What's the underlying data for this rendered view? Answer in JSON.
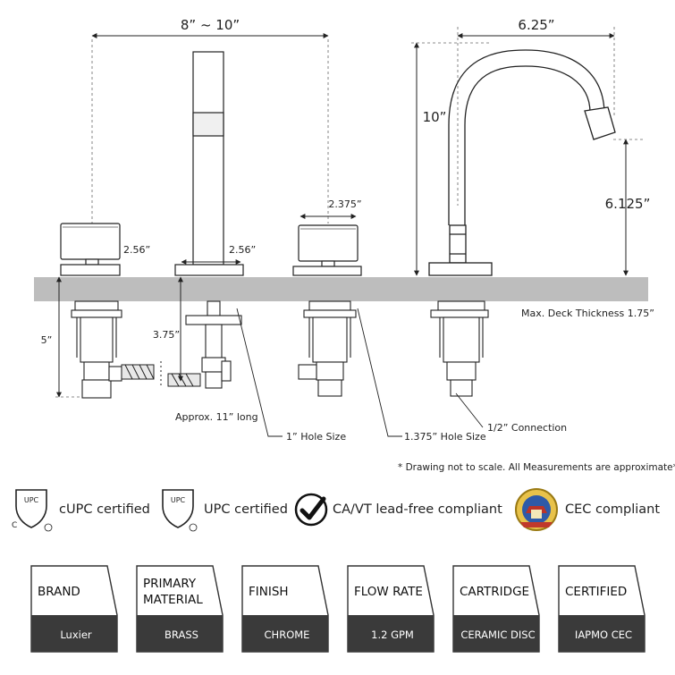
{
  "dimensions": {
    "spread": "8” ~ 10”",
    "reach": "6.25”",
    "height": "10”",
    "spout_height": "6.125”",
    "handle_width": "2.375”",
    "left_handle_height": "2.56”",
    "center_base_height": "2.56”",
    "shank_length": "5”",
    "valve_length": "3.75”",
    "hose_length": "Approx. 11” long",
    "hole_size_center": "1” Hole Size",
    "hole_size_handle": "1.375” Hole Size",
    "connection": "1/2” Connection",
    "deck_thickness": "Max. Deck Thickness 1.75”",
    "note": "* Drawing not to scale. All Measurements are approximate*"
  },
  "certifications": [
    {
      "icon": "cupc-shield-icon",
      "label": "cUPC certified",
      "mark_text": "UPC"
    },
    {
      "icon": "upc-shield-icon",
      "label": "UPC certified",
      "mark_text": "UPC"
    },
    {
      "icon": "checkmark-circle-icon",
      "label": "CA/VT lead-free compliant"
    },
    {
      "icon": "cec-seal-icon",
      "label": "CEC compliant"
    }
  ],
  "specs": [
    {
      "title": "BRAND",
      "value": "Luxier"
    },
    {
      "title": "PRIMARY MATERIAL",
      "value": "BRASS"
    },
    {
      "title": "FINISH",
      "value": "CHROME"
    },
    {
      "title": "FLOW RATE",
      "value": "1.2 GPM"
    },
    {
      "title": "CARTRIDGE",
      "value": "CERAMIC DISC"
    },
    {
      "title": "CERTIFIED",
      "value": "IAPMO CEC"
    }
  ],
  "colors": {
    "deck": "#bdbdbd",
    "line": "#222222",
    "spec_dark": "#3a3a3a"
  }
}
